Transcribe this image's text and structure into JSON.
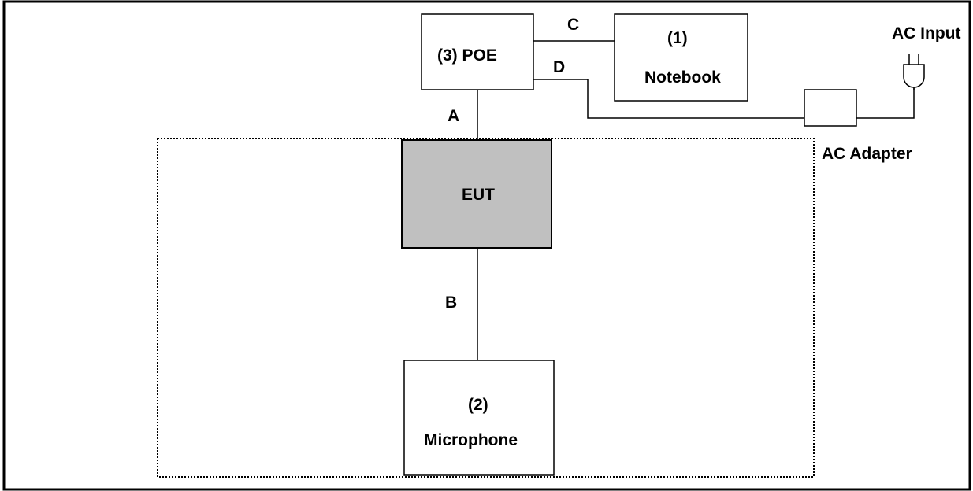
{
  "diagram": {
    "nodes": {
      "poe": {
        "label": "(3) POE"
      },
      "notebook": {
        "label_line1": "(1)",
        "label_line2": "Notebook"
      },
      "eut": {
        "label": "EUT",
        "fill": "#c0c0c0"
      },
      "microphone": {
        "label_line1": "(2)",
        "label_line2": "Microphone"
      },
      "ac_adapter": {
        "label": "AC Adapter"
      },
      "ac_input": {
        "label": "AC Input"
      }
    },
    "cables": {
      "a": "A",
      "b": "B",
      "c": "C",
      "d": "D"
    },
    "colors": {
      "line": "#000000",
      "background": "#ffffff"
    }
  }
}
